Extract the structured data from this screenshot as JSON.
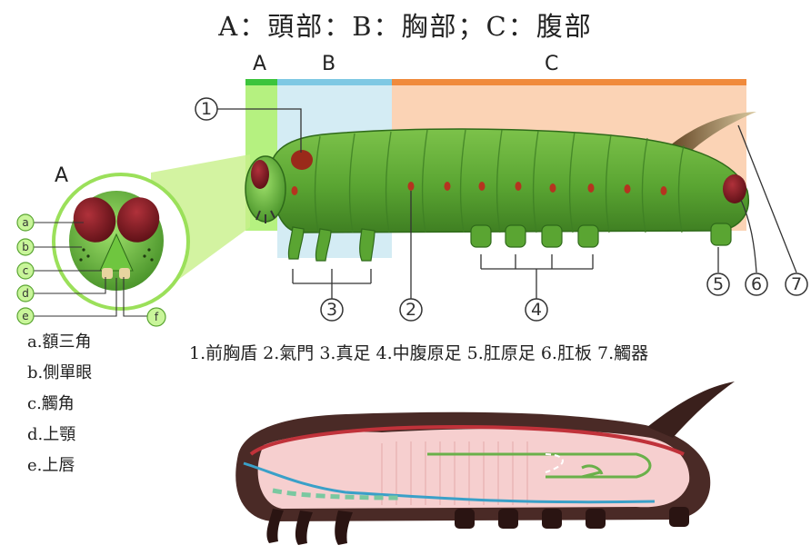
{
  "title": "A：頭部：B：胸部；C：腹部",
  "segments": {
    "a": "A",
    "b": "B",
    "c": "C"
  },
  "colors": {
    "head": "#7ed957",
    "thorax": "#add8e6",
    "abdomen": "#f4a46a",
    "body": "#5aa532",
    "spiracle": "#b5341f"
  },
  "callouts": [
    "1",
    "2",
    "3",
    "4",
    "5",
    "6",
    "7"
  ],
  "head_label": "A",
  "head_parts": [
    "a",
    "b",
    "c",
    "d",
    "e",
    "f"
  ],
  "caption": "1.前胸盾 2.氣門 3.真足 4.中腹原足 5.肛原足 6.肛板 7.觸器",
  "legend": [
    "a.額三角",
    "b.側單眼",
    "c.觸角",
    "d.上顎",
    "e.上唇"
  ]
}
